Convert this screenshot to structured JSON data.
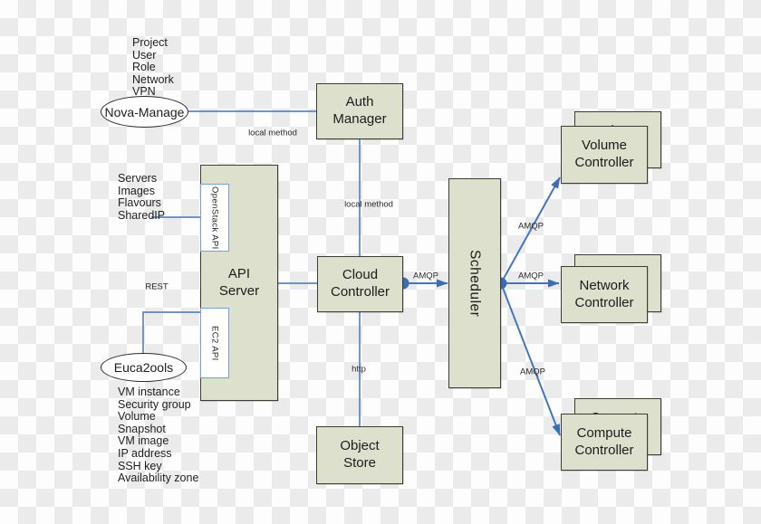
{
  "nodes": {
    "nova_manage": "Nova-Manage",
    "euca2ools": "Euca2ools",
    "auth_manager": "Auth Manager",
    "api_server": "API Server",
    "openstack_api": "OpenStack API",
    "ec2_api": "EC2 API",
    "cloud_controller": "Cloud Controller",
    "object_store": "Object Store",
    "scheduler": "Scheduler",
    "volume_controller": "Volume Controller",
    "network_controller": "Network Controller",
    "compute_controller": "Compute Controller"
  },
  "edge_labels": {
    "nova_auth": "local method",
    "auth_cloud": "local method",
    "euca_rest": "REST",
    "cloud_object": "http",
    "cloud_scheduler": "AMQP",
    "scheduler_volume": "AMQP",
    "scheduler_network": "AMQP",
    "scheduler_compute": "AMQP"
  },
  "lists": {
    "nova_manage_items": [
      "Project",
      "User",
      "Role",
      "Network",
      "VPN"
    ],
    "openstack_api_items": [
      "Servers",
      "Images",
      "Flavours",
      "SharedIP"
    ],
    "ec2_api_items": [
      "VM instance",
      "Security group",
      "Volume",
      "Snapshot",
      "VM image",
      "IP address",
      "SSH key",
      "Availability zone"
    ]
  },
  "colors": {
    "node_fill": "#dde0cd",
    "node_border": "#3d3d35",
    "connector_thin": "#5e86bf",
    "connector_thick": "#4576b9",
    "arrow_dot_fill": "#3b6cb4",
    "subbox_border": "#7aa0cd",
    "checker_white": "#fdfdfd",
    "checker_gray": "#ebebeb"
  }
}
